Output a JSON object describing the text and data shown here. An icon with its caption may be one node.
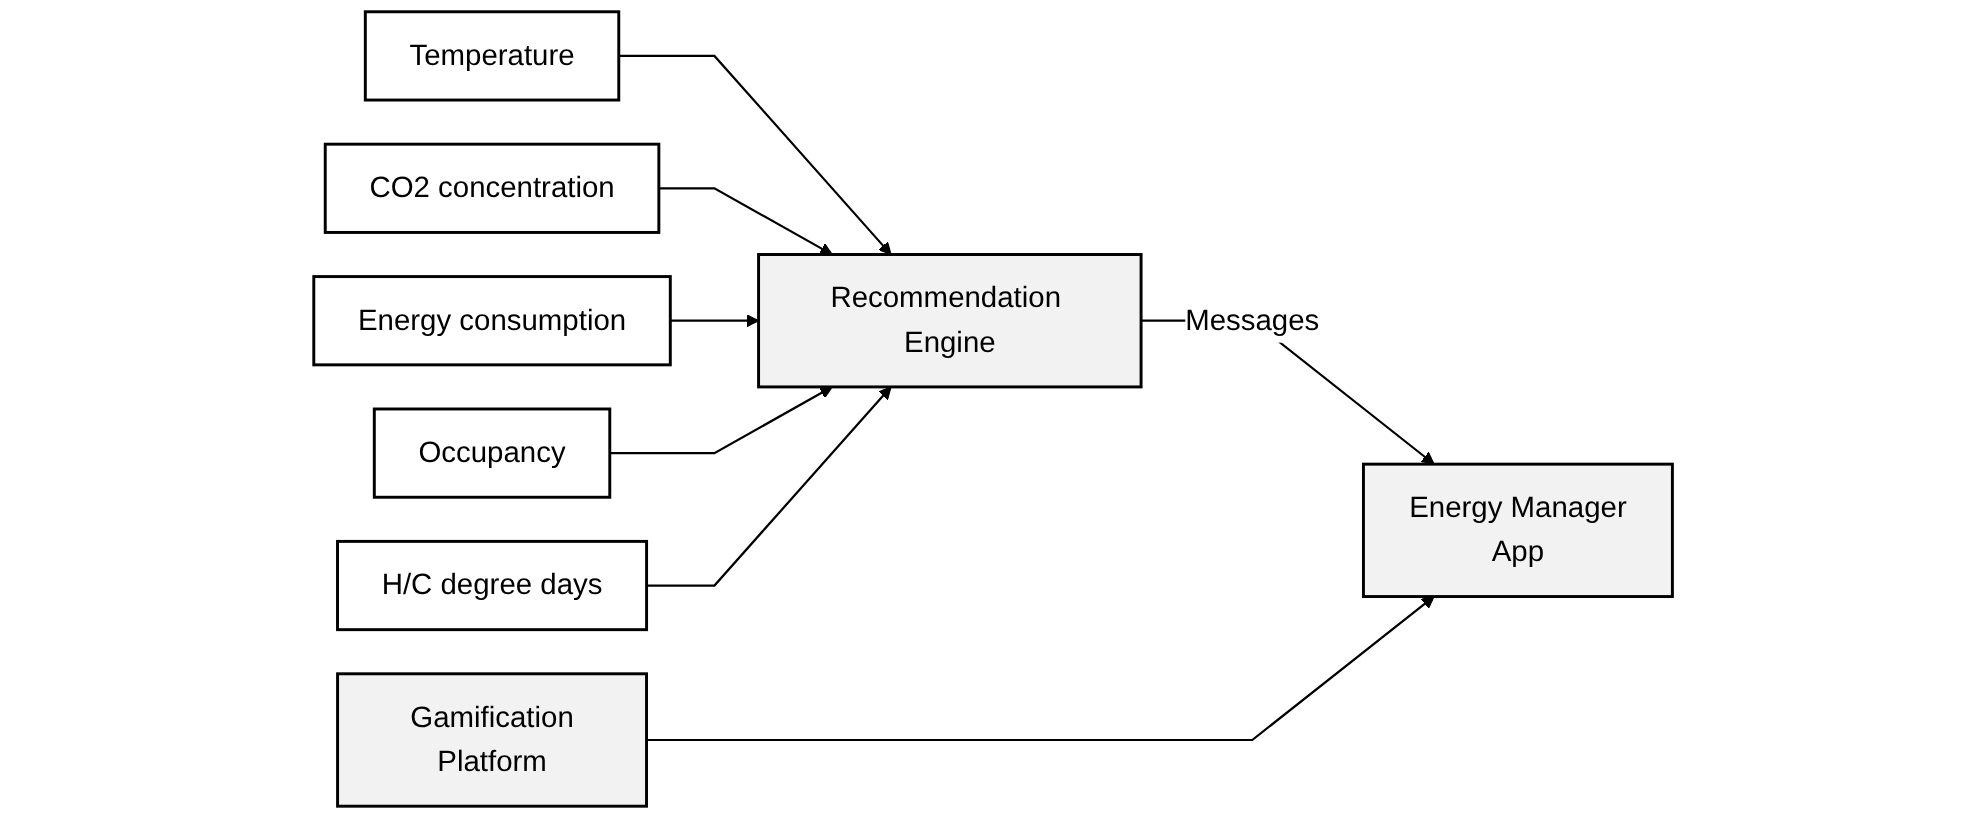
{
  "diagram": {
    "nodes": [
      {
        "text": [
          "Temperature"
        ]
      },
      {
        "text": [
          "CO2 concentration"
        ]
      },
      {
        "text": [
          "Energy consumption"
        ]
      },
      {
        "text": [
          "Occupancy"
        ]
      },
      {
        "text": [
          "Recommendation Engine"
        ]
      },
      {
        "text": [
          "H/C degree days"
        ]
      },
      {
        "text": [
          "Energy Manager App"
        ]
      },
      {
        "text": [
          "Gamification Platform"
        ]
      }
    ],
    "edges": [
      {
        "from": 0,
        "to": 4,
        "arrow": "to"
      },
      {
        "from": 1,
        "to": 4,
        "arrow": "to"
      },
      {
        "from": 2,
        "to": 4,
        "arrow": "to"
      },
      {
        "from": 3,
        "to": 4,
        "arrow": "to"
      },
      {
        "from": 5,
        "to": 4,
        "arrow": "to"
      },
      {
        "from": 4,
        "to": 6,
        "label": "Messages",
        "arrow": "to"
      },
      {
        "from": 7,
        "to": 6,
        "arrow": "to"
      }
    ]
  }
}
